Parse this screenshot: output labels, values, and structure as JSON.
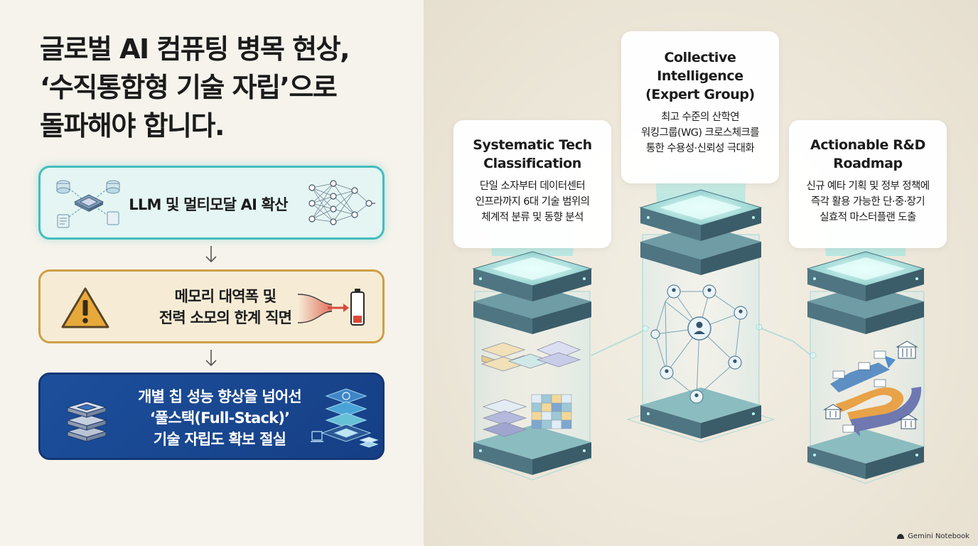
{
  "headline": {
    "line1": "글로벌 AI 컴퓨팅 병목 현상,",
    "line2": "‘수직통합형 기술 자립’으로",
    "line3": "돌파해야 합니다."
  },
  "cards": [
    {
      "text": "LLM 및 멀티모달 AI 확산"
    },
    {
      "line1": "메모리 대역폭 및",
      "line2": "전력 소모의 한계 직면"
    },
    {
      "line1": "개별 칩 성능 향상을 넘어선",
      "line2": "‘풀스택(Full-Stack)’",
      "line3": "기술 자립도 확보 절실"
    }
  ],
  "pillars": [
    {
      "title1": "Systematic Tech",
      "title2": "Classification",
      "desc1": "단일 소자부터 데이터센터",
      "desc2": "인프라까지 6대 기술 범위의",
      "desc3": "체계적 분류 및 동향 분석"
    },
    {
      "title1": "Collective",
      "title2": "Intelligence",
      "title3": "(Expert Group)",
      "desc1": "최고 수준의 산학연",
      "desc2": "워킹그룹(WG) 크로스체크를",
      "desc3": "통한 수용성·신뢰성 극대화"
    },
    {
      "title1": "Actionable R&D",
      "title2": "Roadmap",
      "desc1": "신규 예타 기획 및 정부 정책에",
      "desc2": "즉각 활용 가능한 단·중·장기",
      "desc3": "실효적 마스터플랜 도출"
    }
  ],
  "footer": {
    "brand": "Gemini Notebook"
  },
  "icons": [
    "neural-network-icon",
    "warning-icon",
    "battery-low-icon",
    "chip-stack-icon",
    "person-icon",
    "government-building-icon",
    "roadmap-arrow-icon"
  ],
  "colors": {
    "teal": "#43bdbd",
    "amber": "#cf9f46",
    "navy": "#1c4f9c",
    "red": "#d94a3a"
  }
}
